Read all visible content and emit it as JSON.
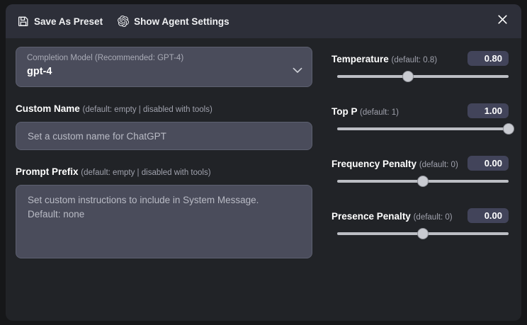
{
  "header": {
    "save_preset_label": "Save As Preset",
    "save_icon": "floppy-disk-icon",
    "agent_settings_label": "Show Agent Settings",
    "agent_icon": "openai-logo-icon",
    "close_icon": "close-icon"
  },
  "model": {
    "label": "Completion Model (Recommended: GPT-4)",
    "value": "gpt-4",
    "chevron_icon": "chevron-down-icon"
  },
  "custom_name": {
    "label": "Custom Name",
    "hint": "(default: empty | disabled with tools)",
    "placeholder": "Set a custom name for ChatGPT",
    "value": ""
  },
  "prompt_prefix": {
    "label": "Prompt Prefix",
    "hint": "(default: empty | disabled with tools)",
    "placeholder": "Set custom instructions to include in System Message.\nDefault: none",
    "value": ""
  },
  "sliders": [
    {
      "name": "temperature",
      "title": "Temperature",
      "hint": "(default: 0.8)",
      "value": "0.80",
      "fraction": 0.413
    },
    {
      "name": "top-p",
      "title": "Top P",
      "hint": "(default: 1)",
      "value": "1.00",
      "fraction": 1.0
    },
    {
      "name": "frequency-penalty",
      "title": "Frequency Penalty",
      "hint": "(default: 0)",
      "value": "0.00",
      "fraction": 0.5
    },
    {
      "name": "presence-penalty",
      "title": "Presence Penalty",
      "hint": "(default: 0)",
      "value": "0.00",
      "fraction": 0.5
    }
  ],
  "colors": {
    "page_bg": "#161719",
    "panel_bg": "#212327",
    "header_bg": "#2d2f39",
    "field_bg": "#4a4c5b",
    "field_border": "#5d6070",
    "badge_bg": "#42445a",
    "track": "#bcbec4",
    "thumb": "#c9cbd1",
    "text": "#ffffff",
    "muted_text": "#9fa1ac"
  }
}
